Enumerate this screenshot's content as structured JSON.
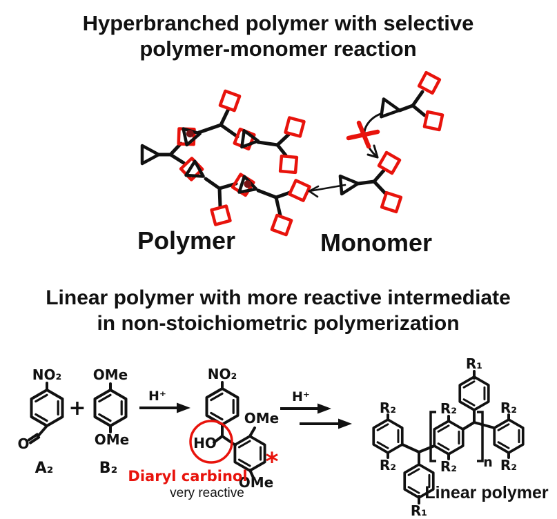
{
  "section_top": {
    "title_line1": "Hyperbranched polymer with selective",
    "title_line2": "polymer-monomer reaction",
    "polymer_label": "Polymer",
    "monomer_label": "Monomer"
  },
  "section_bottom": {
    "title_line1": "Linear polymer with more reactive intermediate",
    "title_line2": "in non-stoichiometric polymerization",
    "reagent_a": {
      "substituent": "NO₂",
      "aldehyde_oxygen": "O",
      "label": "A₂"
    },
    "plus_sign": "+",
    "reagent_b": {
      "substituent_top": "OMe",
      "substituent_bottom": "OMe",
      "label": "B₂"
    },
    "step1_condition": "H⁺",
    "intermediate": {
      "substituent_nitro": "NO₂",
      "hydroxyl": "HO",
      "substituent_ome_top": "OMe",
      "substituent_ome_bottom": "OMe",
      "reactive_site_marker": "*",
      "name": "Diaryl carbinol",
      "note": "very reactive"
    },
    "step2_condition": "H⁺",
    "product": {
      "r1_label": "R₁",
      "r2_label": "R₂",
      "repeat_subscript": "n",
      "label": "Linear polymer"
    }
  },
  "colors": {
    "accent_red": "#e8130c",
    "dot_dark_red": "#7a1416",
    "ink_black": "#111111"
  }
}
